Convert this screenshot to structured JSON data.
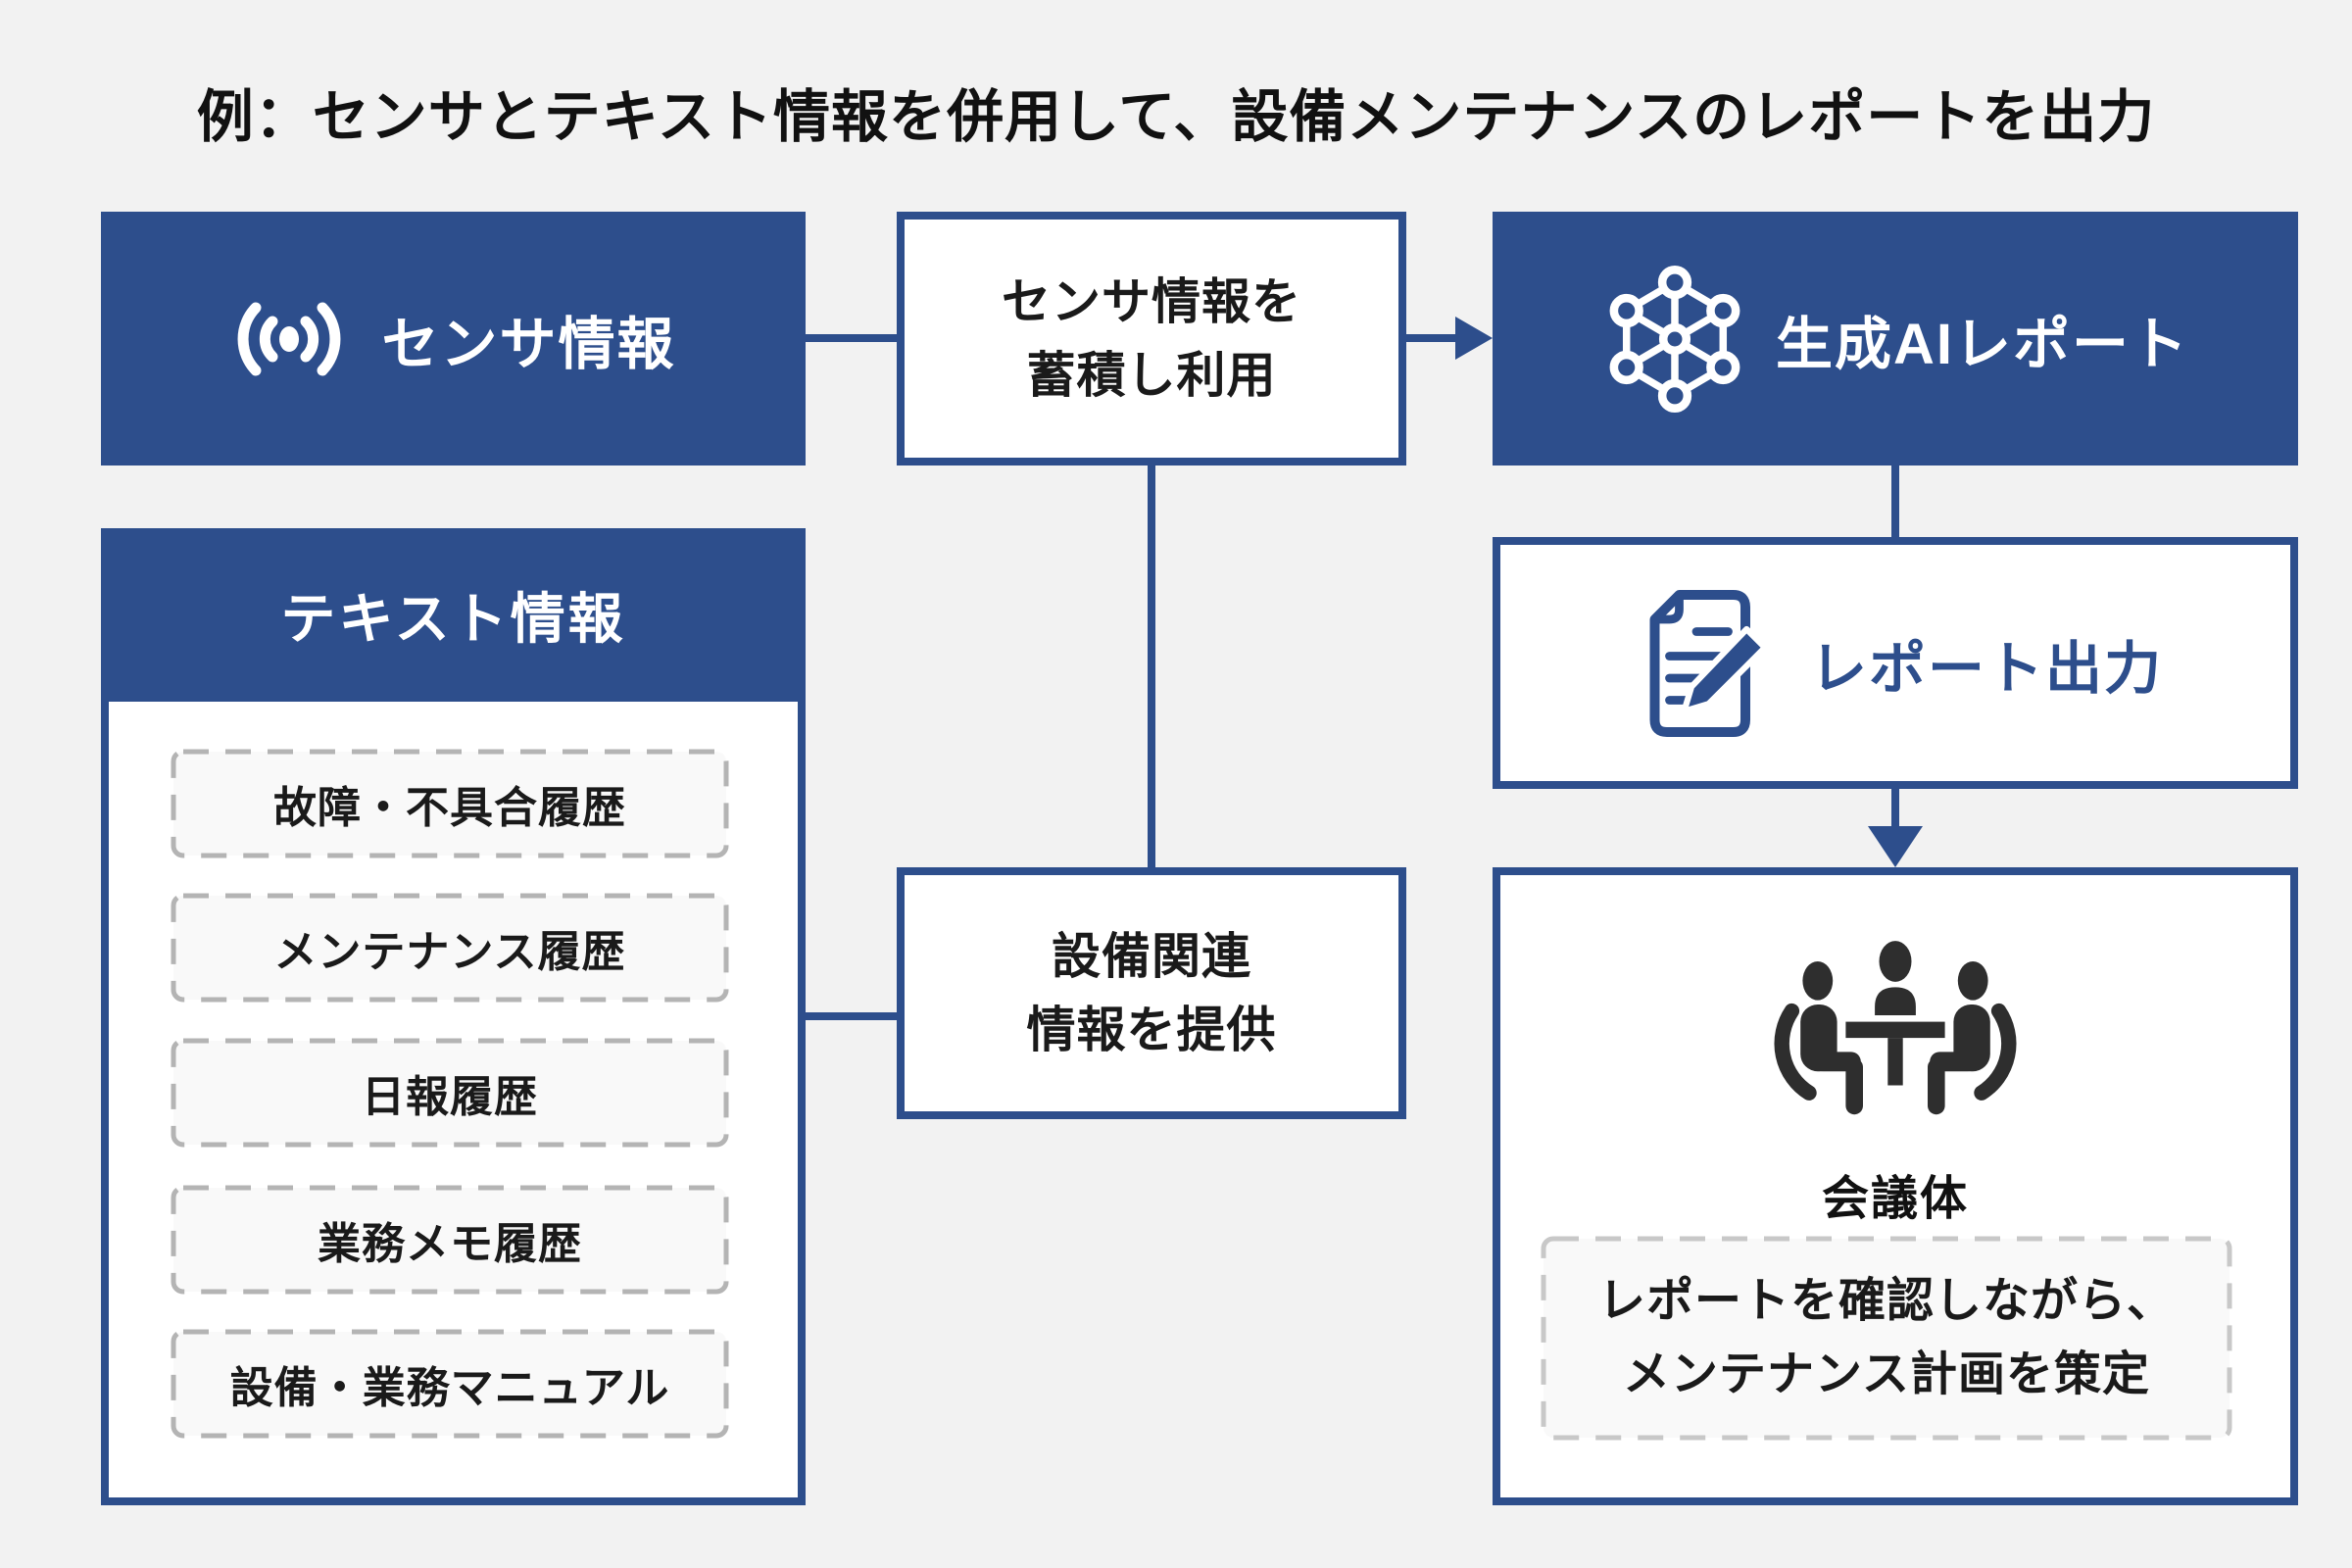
{
  "title": "例：センサとテキスト情報を併用して、設備メンテナンスのレポートを出力",
  "colors": {
    "primary_blue": "#2d4e8c",
    "background": "#f2f2f2",
    "box_background": "#ffffff",
    "dashed_item_background": "#f9f9f9",
    "dashed_item_border": "#b4b4b4",
    "note_border": "#c8c8c8",
    "icon_dark": "#2e2e2e",
    "text": "#1a1a1a"
  },
  "diagram": {
    "sensor_box": {
      "label": "センサ情報",
      "icon": "sensor-signal-icon"
    },
    "accumulate_box": {
      "text": "センサ情報を\n蓄積し利用"
    },
    "gen_ai_box": {
      "label": "生成AIレポート",
      "icon": "ai-network-icon"
    },
    "text_info_panel": {
      "header": "テキスト情報",
      "items": [
        "故障・不具合履歴",
        "メンテナンス履歴",
        "日報履歴",
        "業務メモ履歴",
        "設備・業務マニュアル"
      ]
    },
    "provide_box": {
      "text": "設備関連\n情報を提供"
    },
    "report_box": {
      "label": "レポート出力",
      "icon": "report-edit-icon"
    },
    "meeting_box": {
      "label": "会議体",
      "icon": "meeting-people-icon",
      "note": "レポートを確認しながら、\nメンテナンス計画を策定"
    }
  }
}
